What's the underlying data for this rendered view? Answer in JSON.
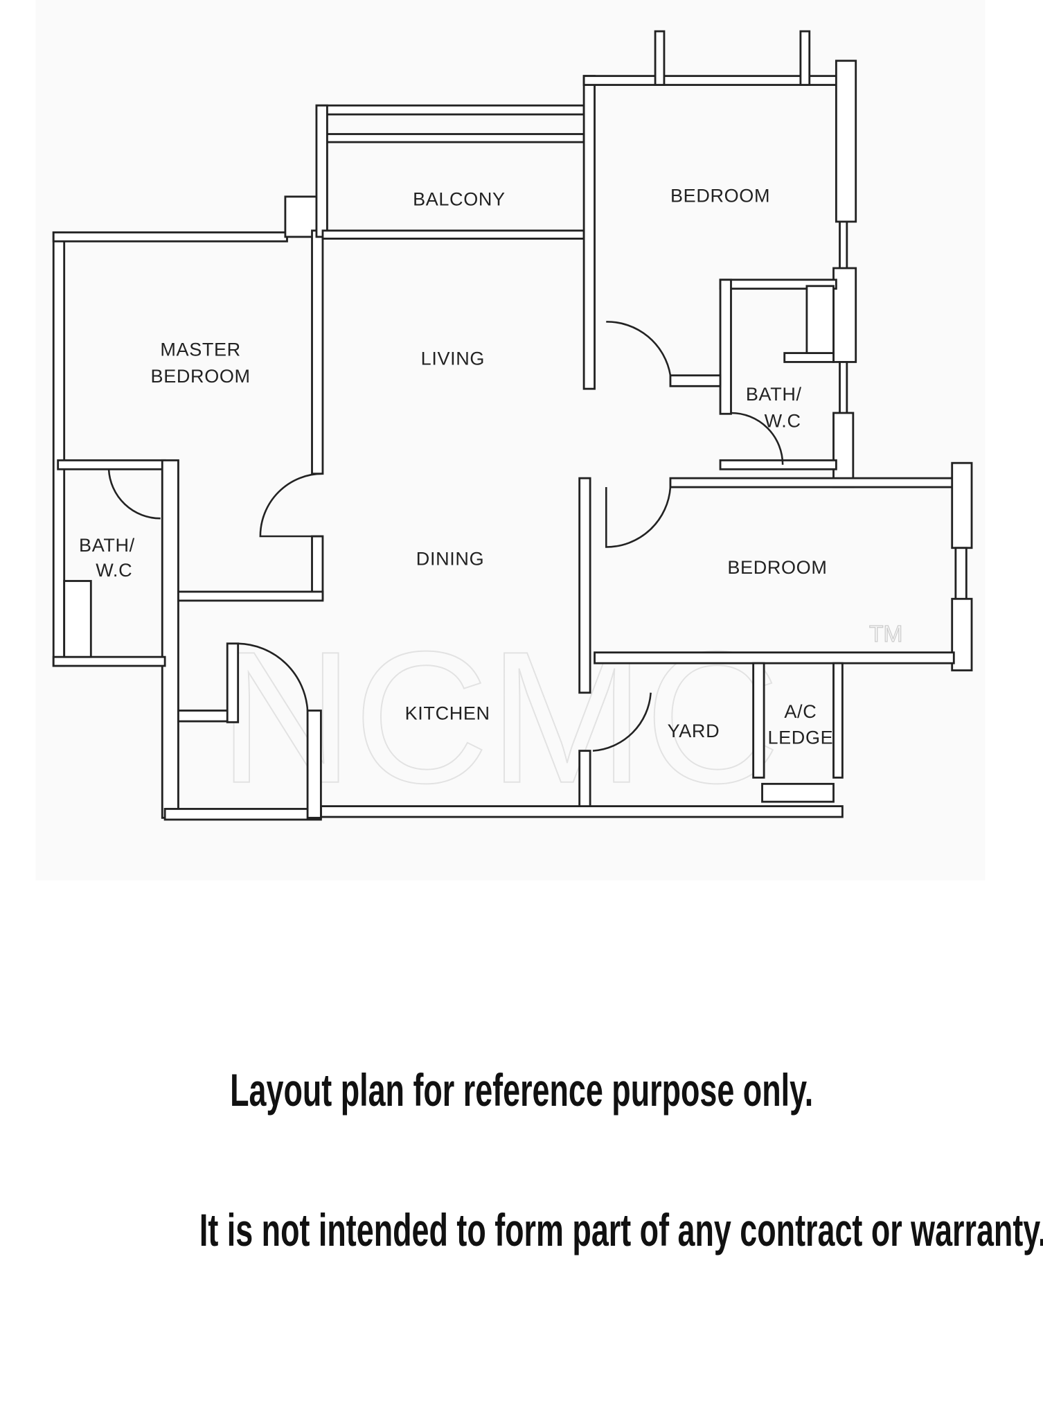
{
  "plan": {
    "rooms": {
      "balcony": "BALCONY",
      "bedroom_top": "BEDROOM",
      "master_line1": "MASTER",
      "master_line2": "BEDROOM",
      "living": "LIVING",
      "bath_right_line1": "BATH/",
      "bath_right_line2": "W.C",
      "bath_left_line1": "BATH/",
      "bath_left_line2": "W.C",
      "dining": "DINING",
      "bedroom_right": "BEDROOM",
      "kitchen": "KITCHEN",
      "yard": "YARD",
      "ac_line1": "A/C",
      "ac_line2": "LEDGE"
    },
    "watermark": "NCMC",
    "trademark": "TM"
  },
  "disclaimer": {
    "line1": "Layout plan for reference purpose only.",
    "line2": "It is not intended to form part of any contract or warranty."
  }
}
